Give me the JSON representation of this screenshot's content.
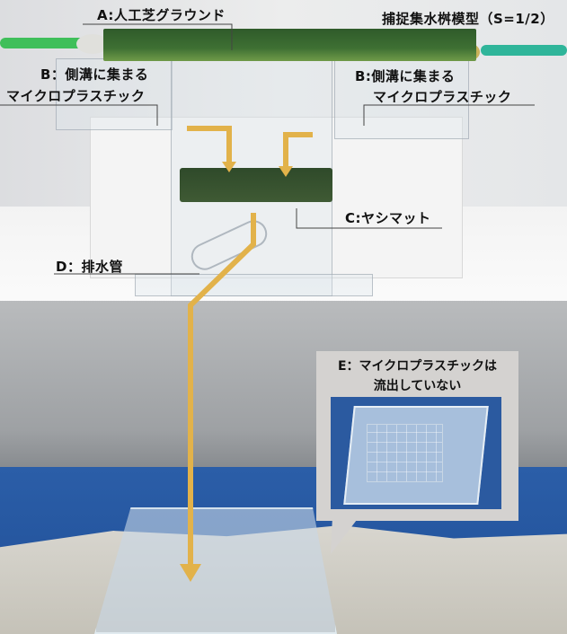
{
  "title": "捕捉集水桝模型（S=1/2）",
  "labels": {
    "a": "A:人工芝グラウンド",
    "b_left_1": "B：側溝に集まる",
    "b_left_2": "マイクロプラスチック",
    "b_right_1": "B:側溝に集まる",
    "b_right_2": "マイクロプラスチック",
    "c": "C:ヤシマット",
    "d": "D：排水管",
    "e_1": "E：マイクロプラスチックは",
    "e_2": "流出していない"
  },
  "colors": {
    "arrow": "#e2b24a",
    "turf": "#3e7033",
    "tarp": "#2b5ea8",
    "callout": "#d4d2d0"
  }
}
